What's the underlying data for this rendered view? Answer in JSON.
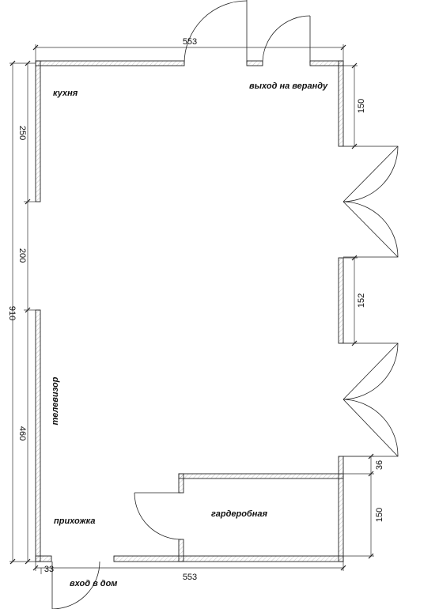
{
  "rooms": {
    "kitchen": "кухня",
    "veranda_exit": "выход на веранду",
    "tv": "телевизор",
    "hallway": "прихожка",
    "wardrobe": "гардеробная",
    "entrance": "вход в дом"
  },
  "dimensions": {
    "top_width": "553",
    "bottom_width": "553",
    "left_total": "910",
    "left_top": "250",
    "left_middle": "200",
    "left_bottom": "460",
    "right_top": "150",
    "right_middle": "152",
    "right_wardrobe_gap": "36",
    "right_wardrobe": "150",
    "bottom_corner": "33"
  }
}
